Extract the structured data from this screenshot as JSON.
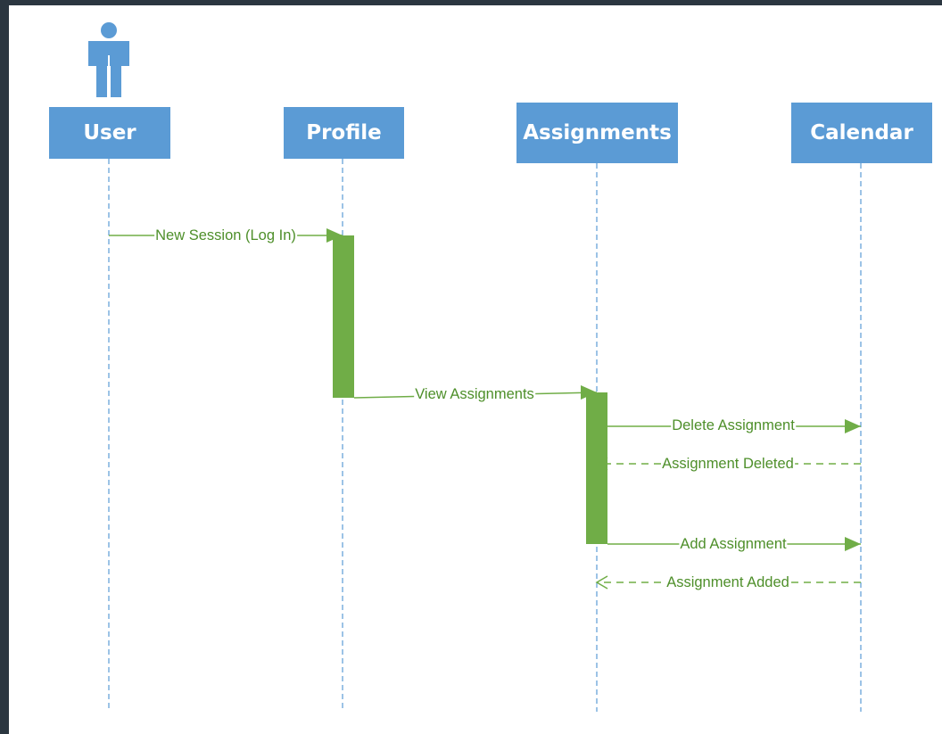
{
  "colors": {
    "lifeline_box": "#5b9bd5",
    "lifeline_text": "#ffffff",
    "lifeline_dash": "#5b9bd5",
    "activation": "#70ad47",
    "message": "#70ad47",
    "message_text": "#4e8f2a",
    "actor": "#5b9bd5",
    "background": "#ffffff",
    "outer_background": "#2b3640"
  },
  "actor": {
    "icon": "person-icon"
  },
  "lifelines": [
    {
      "id": "user",
      "label": "User"
    },
    {
      "id": "profile",
      "label": "Profile"
    },
    {
      "id": "assignments",
      "label": "Assignments"
    },
    {
      "id": "calendar",
      "label": "Calendar"
    }
  ],
  "messages": [
    {
      "id": "new-session",
      "from": "user",
      "to": "profile",
      "label": "New Session (Log In)",
      "style": "sync"
    },
    {
      "id": "view-assignments",
      "from": "profile",
      "to": "assignments",
      "label": "View Assignments",
      "style": "sync"
    },
    {
      "id": "delete-assignment",
      "from": "assignments",
      "to": "calendar",
      "label": "Delete  Assignment",
      "style": "sync"
    },
    {
      "id": "assignment-deleted",
      "from": "calendar",
      "to": "assignments",
      "label": "Assignment Deleted",
      "style": "return"
    },
    {
      "id": "add-assignment",
      "from": "assignments",
      "to": "calendar",
      "label": "Add Assignment",
      "style": "sync"
    },
    {
      "id": "assignment-added",
      "from": "calendar",
      "to": "assignments",
      "label": "Assignment Added",
      "style": "return"
    }
  ]
}
